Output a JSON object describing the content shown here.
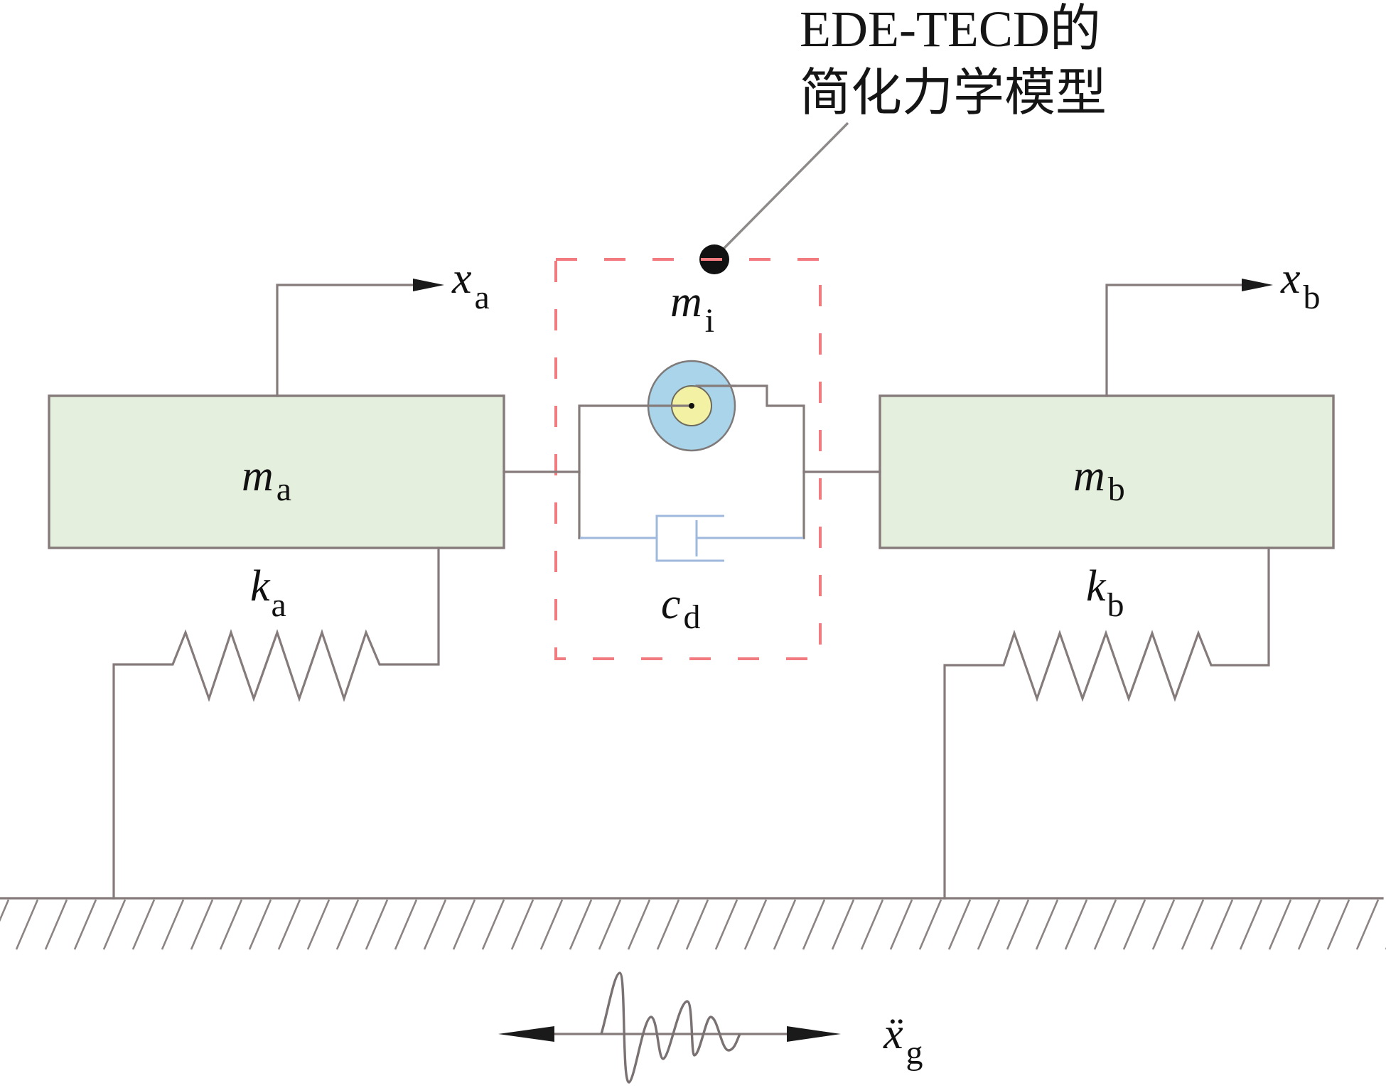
{
  "title": {
    "line1": "EDE-TECD的",
    "line2": "简化力学模型"
  },
  "labels": {
    "mass_a": {
      "symbol": "m",
      "sub": "a"
    },
    "mass_b": {
      "symbol": "m",
      "sub": "b"
    },
    "inertance": {
      "symbol": "m",
      "sub": "i"
    },
    "damping": {
      "symbol": "c",
      "sub": "d"
    },
    "stiffness_a": {
      "symbol": "k",
      "sub": "a"
    },
    "stiffness_b": {
      "symbol": "k",
      "sub": "b"
    },
    "disp_a": {
      "symbol": "x",
      "sub": "a"
    },
    "disp_b": {
      "symbol": "x",
      "sub": "b"
    },
    "ground_accel": {
      "symbol": "ẍ",
      "sub": "g"
    }
  },
  "colors": {
    "mass_fill": "#e5efdd",
    "line": "#857b7b",
    "dashed_box": "#f27b7f",
    "damper": "#9fb8de",
    "flywheel_outer": "#a9d4ea",
    "flywheel_inner": "#f3f1a4",
    "marker": "#111111"
  }
}
